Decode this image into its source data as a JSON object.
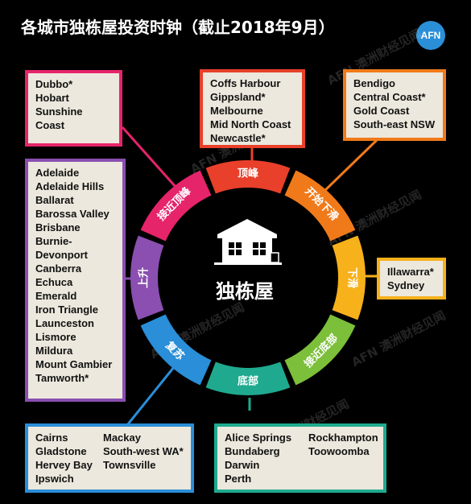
{
  "title": "各城市独栋屋投资时钟（截止2018年9月）",
  "logo_text": "AFN",
  "center_label": "独栋屋",
  "watermark": "AFN 澳洲财经见闻",
  "segments": [
    {
      "label": "顶峰",
      "color": "#e8402a"
    },
    {
      "label": "开始下滑",
      "color": "#f07a1a"
    },
    {
      "label": "下滑",
      "color": "#f7b11b"
    },
    {
      "label": "接近底部",
      "color": "#7bbf3a"
    },
    {
      "label": "底部",
      "color": "#1faa8f"
    },
    {
      "label": "复苏",
      "color": "#2a8ed8"
    },
    {
      "label": "上升",
      "color": "#8a4fb0"
    },
    {
      "label": "接近顶峰",
      "color": "#e6246a"
    }
  ],
  "boxes": {
    "near_peak": {
      "border": "#e6246a",
      "items": [
        "Dubbo*",
        "Hobart",
        "Sunshine",
        "Coast"
      ]
    },
    "peak": {
      "border": "#e8402a",
      "items": [
        "Coffs Harbour",
        "Gippsland*",
        "Melbourne",
        "Mid North Coast",
        "Newcastle*"
      ]
    },
    "start_decline": {
      "border": "#f07a1a",
      "items": [
        "Bendigo",
        "Central Coast*",
        "Gold Coast",
        "South-east NSW"
      ]
    },
    "decline": {
      "border": "#f7b11b",
      "items": [
        "Illawarra*",
        "Sydney"
      ]
    },
    "rising": {
      "border": "#8a4fb0",
      "items": [
        "Adelaide",
        "Adelaide Hills",
        "Ballarat",
        "Barossa Valley",
        "Brisbane",
        "Burnie-",
        "Devonport",
        "Canberra",
        "Echuca",
        "Emerald",
        "Iron Triangle",
        "Launceston",
        "Lismore",
        "Mildura",
        "Mount Gambier",
        "Tamworth*"
      ]
    },
    "recovery": {
      "border": "#2a8ed8",
      "col1": [
        "Cairns",
        "Gladstone",
        "Hervey Bay",
        "Ipswich"
      ],
      "col2": [
        "Mackay",
        "South-west WA*",
        "Townsville"
      ]
    },
    "bottom": {
      "border": "#1faa8f",
      "col1": [
        "Alice Springs",
        "Bundaberg",
        "Darwin",
        "Perth"
      ],
      "col2": [
        "Rockhampton",
        "Toowoomba"
      ]
    }
  }
}
